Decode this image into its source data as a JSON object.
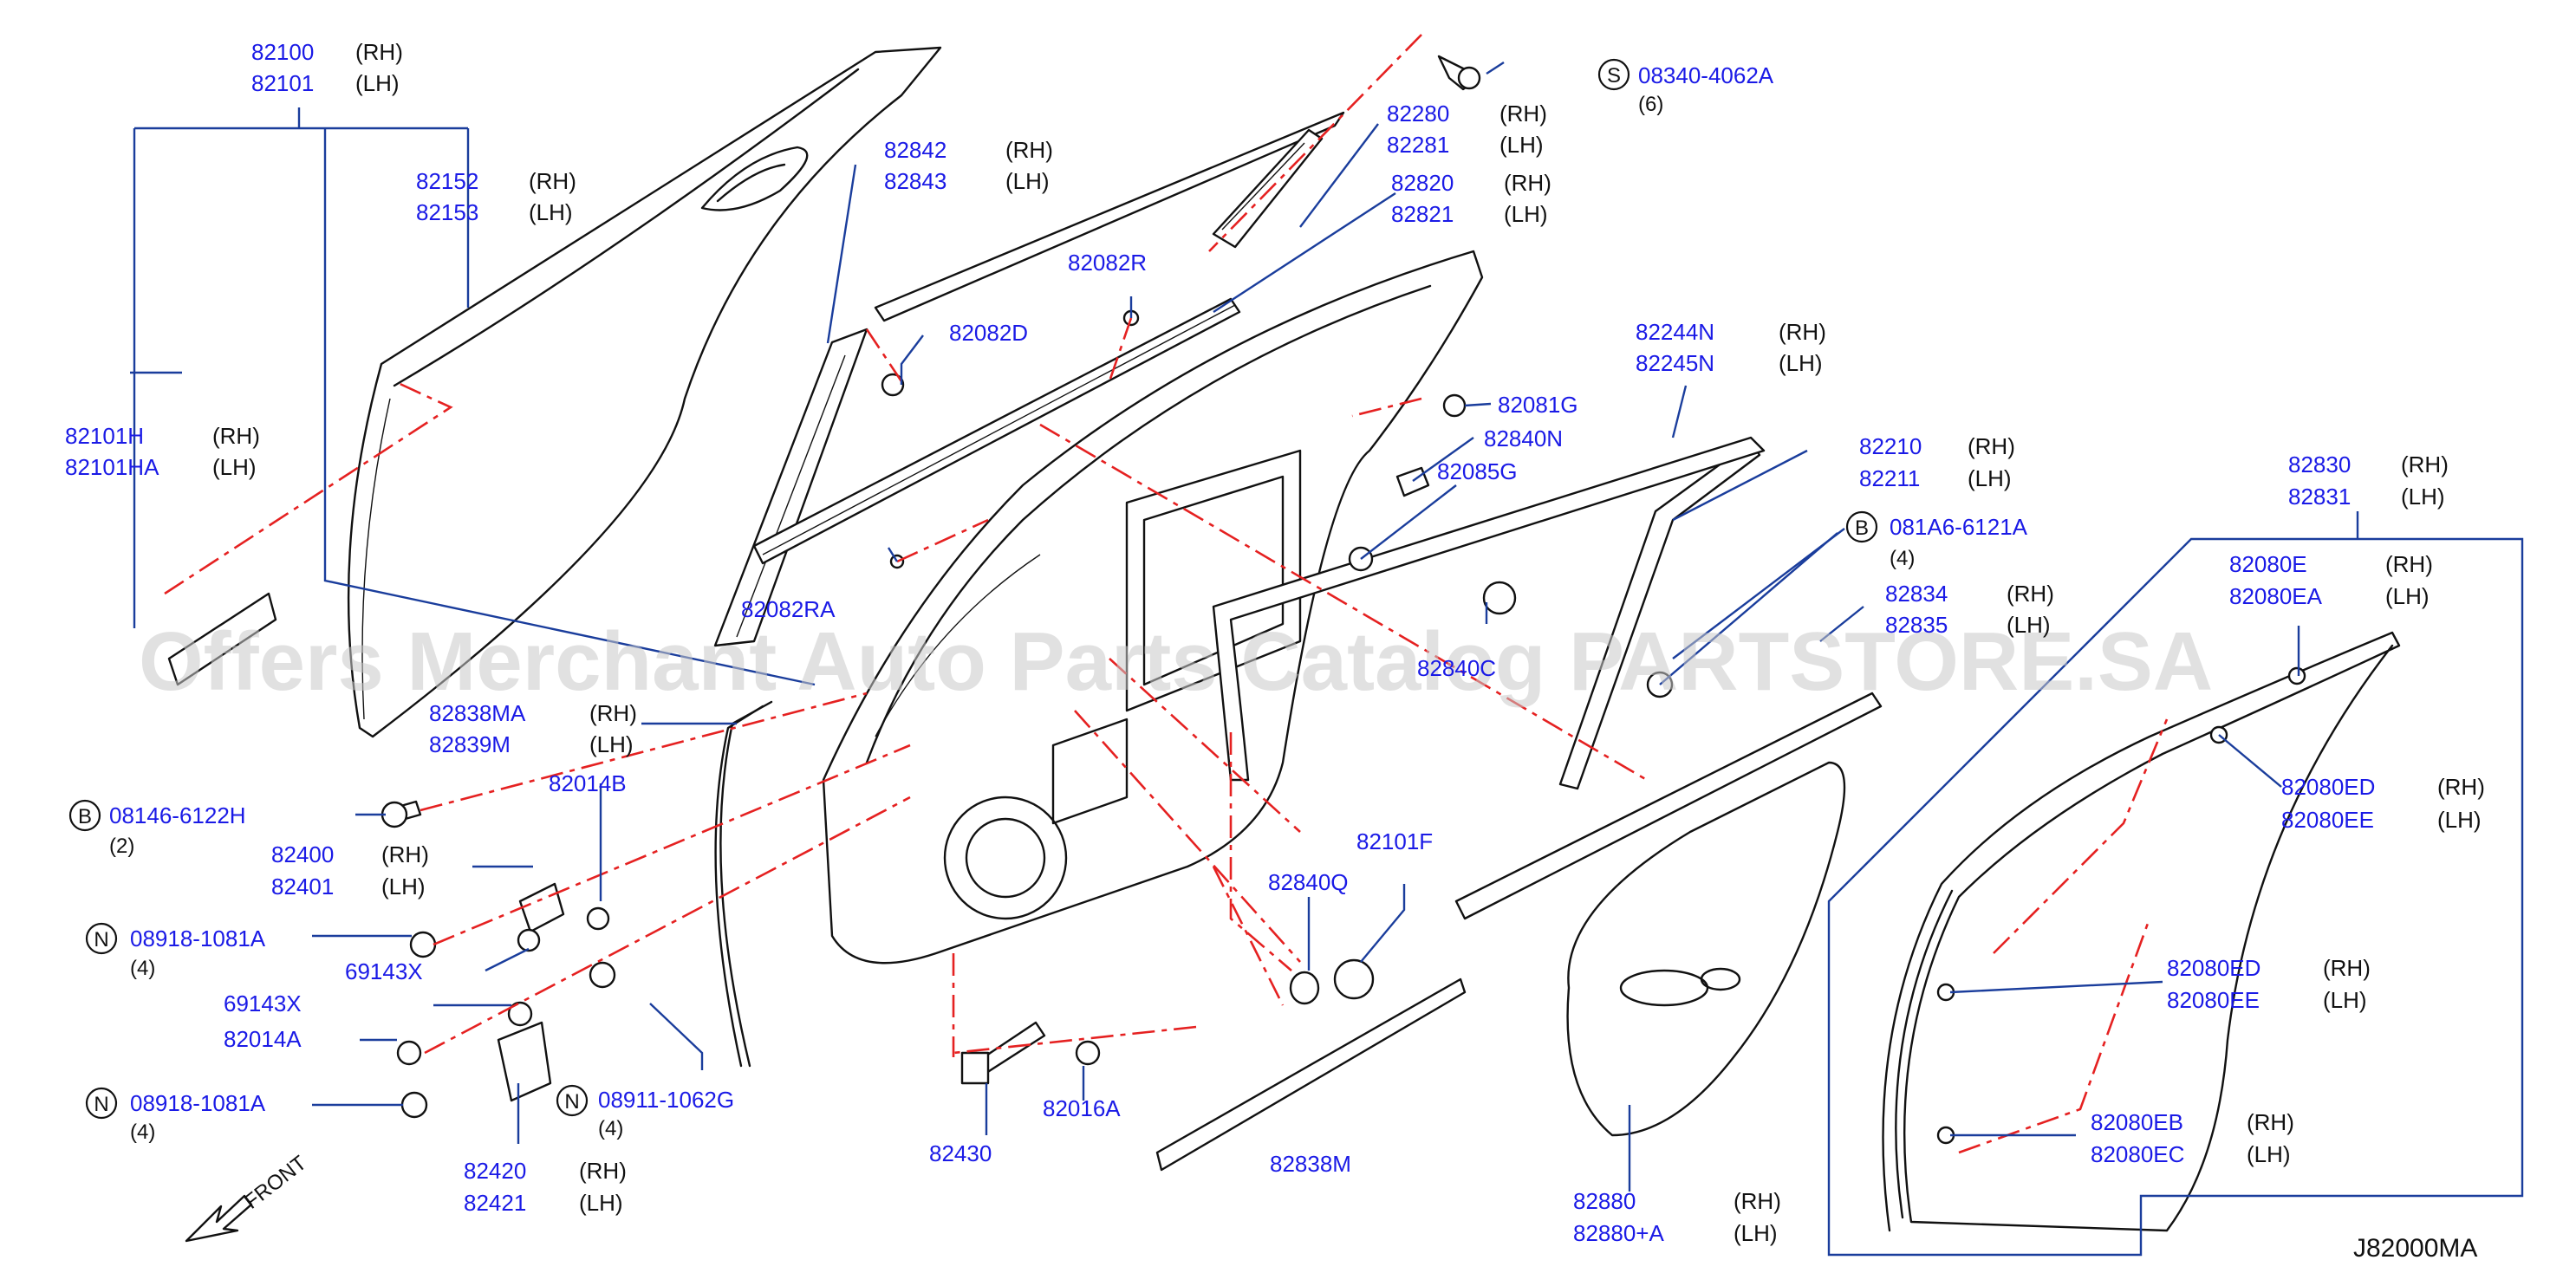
{
  "diagram_code": "J82000MA",
  "front_label": "FRONT",
  "watermark": "Offers Merchant Auto Parts Catalog PARTSTORE.SA",
  "callouts": {
    "c82100": {
      "pn": [
        "82100",
        "82101"
      ],
      "side": [
        "(RH)",
        "(LH)"
      ]
    },
    "c82152": {
      "pn": [
        "82152",
        "82153"
      ],
      "side": [
        "(RH)",
        "(LH)"
      ]
    },
    "c82101H": {
      "pn": [
        "82101H",
        "82101HA"
      ],
      "side": [
        "(RH)",
        "(LH)"
      ]
    },
    "c82842": {
      "pn": [
        "82842",
        "82843"
      ],
      "side": [
        "(RH)",
        "(LH)"
      ]
    },
    "c82280": {
      "pn": [
        "82280",
        "82281"
      ],
      "side": [
        "(RH)",
        "(LH)"
      ]
    },
    "c82820": {
      "pn": [
        "82820",
        "82821"
      ],
      "side": [
        "(RH)",
        "(LH)"
      ]
    },
    "c82082R": {
      "pn": [
        "82082R"
      ]
    },
    "c82082D": {
      "pn": [
        "82082D"
      ]
    },
    "c82081G": {
      "pn": [
        "82081G"
      ]
    },
    "c82840N": {
      "pn": [
        "82840N"
      ]
    },
    "c82085G": {
      "pn": [
        "82085G"
      ]
    },
    "c82082RA": {
      "pn": [
        "82082RA"
      ]
    },
    "c82244N": {
      "pn": [
        "82244N",
        "82245N"
      ],
      "side": [
        "(RH)",
        "(LH)"
      ]
    },
    "c82210": {
      "pn": [
        "82210",
        "82211"
      ],
      "side": [
        "(RH)",
        "(LH)"
      ]
    },
    "c82834": {
      "pn": [
        "82834",
        "82835"
      ],
      "side": [
        "(RH)",
        "(LH)"
      ]
    },
    "c82830": {
      "pn": [
        "82830",
        "82831"
      ],
      "side": [
        "(RH)",
        "(LH)"
      ]
    },
    "c82080E": {
      "pn": [
        "82080E",
        "82080EA"
      ],
      "side": [
        "(RH)",
        "(LH)"
      ]
    },
    "c82080ED": {
      "pn": [
        "82080ED",
        "82080EE"
      ],
      "side": [
        "(RH)",
        "(LH)"
      ]
    },
    "c82080ED2": {
      "pn": [
        "82080ED",
        "82080EE"
      ],
      "side": [
        "(RH)",
        "(LH)"
      ]
    },
    "c82080EB": {
      "pn": [
        "82080EB",
        "82080EC"
      ],
      "side": [
        "(RH)",
        "(LH)"
      ]
    },
    "c82880": {
      "pn": [
        "82880",
        "82880+A"
      ],
      "side": [
        "(RH)",
        "(LH)"
      ]
    },
    "c82838MA": {
      "pn": [
        "82838MA",
        "82839M"
      ],
      "side": [
        "(RH)",
        "(LH)"
      ]
    },
    "c82014B": {
      "pn": [
        "82014B"
      ]
    },
    "c82400": {
      "pn": [
        "82400",
        "82401"
      ],
      "side": [
        "(RH)",
        "(LH)"
      ]
    },
    "c69143X_a": {
      "pn": [
        "69143X"
      ]
    },
    "c69143X_b": {
      "pn": [
        "69143X"
      ]
    },
    "c82014A": {
      "pn": [
        "82014A"
      ]
    },
    "c82420": {
      "pn": [
        "82420",
        "82421"
      ],
      "side": [
        "(RH)",
        "(LH)"
      ]
    },
    "c82840Q": {
      "pn": [
        "82840Q"
      ]
    },
    "c82101F": {
      "pn": [
        "82101F"
      ]
    },
    "c82430": {
      "pn": [
        "82430"
      ]
    },
    "c82016A": {
      "pn": [
        "82016A"
      ]
    },
    "c82838M": {
      "pn": [
        "82838M"
      ]
    },
    "c82840C": {
      "pn": [
        "82840C"
      ]
    }
  },
  "fasteners": {
    "f08340": {
      "symbol": "S",
      "pn": "08340-4062A",
      "qty": "(6)"
    },
    "f081A6": {
      "symbol": "B",
      "pn": "081A6-6121A",
      "qty": "(4)"
    },
    "f08146": {
      "symbol": "B",
      "pn": "08146-6122H",
      "qty": "(2)"
    },
    "f08918a": {
      "symbol": "N",
      "pn": "08918-1081A",
      "qty": "(4)"
    },
    "f08918b": {
      "symbol": "N",
      "pn": "08918-1081A",
      "qty": "(4)"
    },
    "f08911": {
      "symbol": "N",
      "pn": "08911-1062G",
      "qty": "(4)"
    }
  },
  "colors": {
    "callout_text": "#1a1ae6",
    "leader": "#1a3d9c",
    "phantom_line": "#e52121",
    "part_outline": "#111111"
  }
}
